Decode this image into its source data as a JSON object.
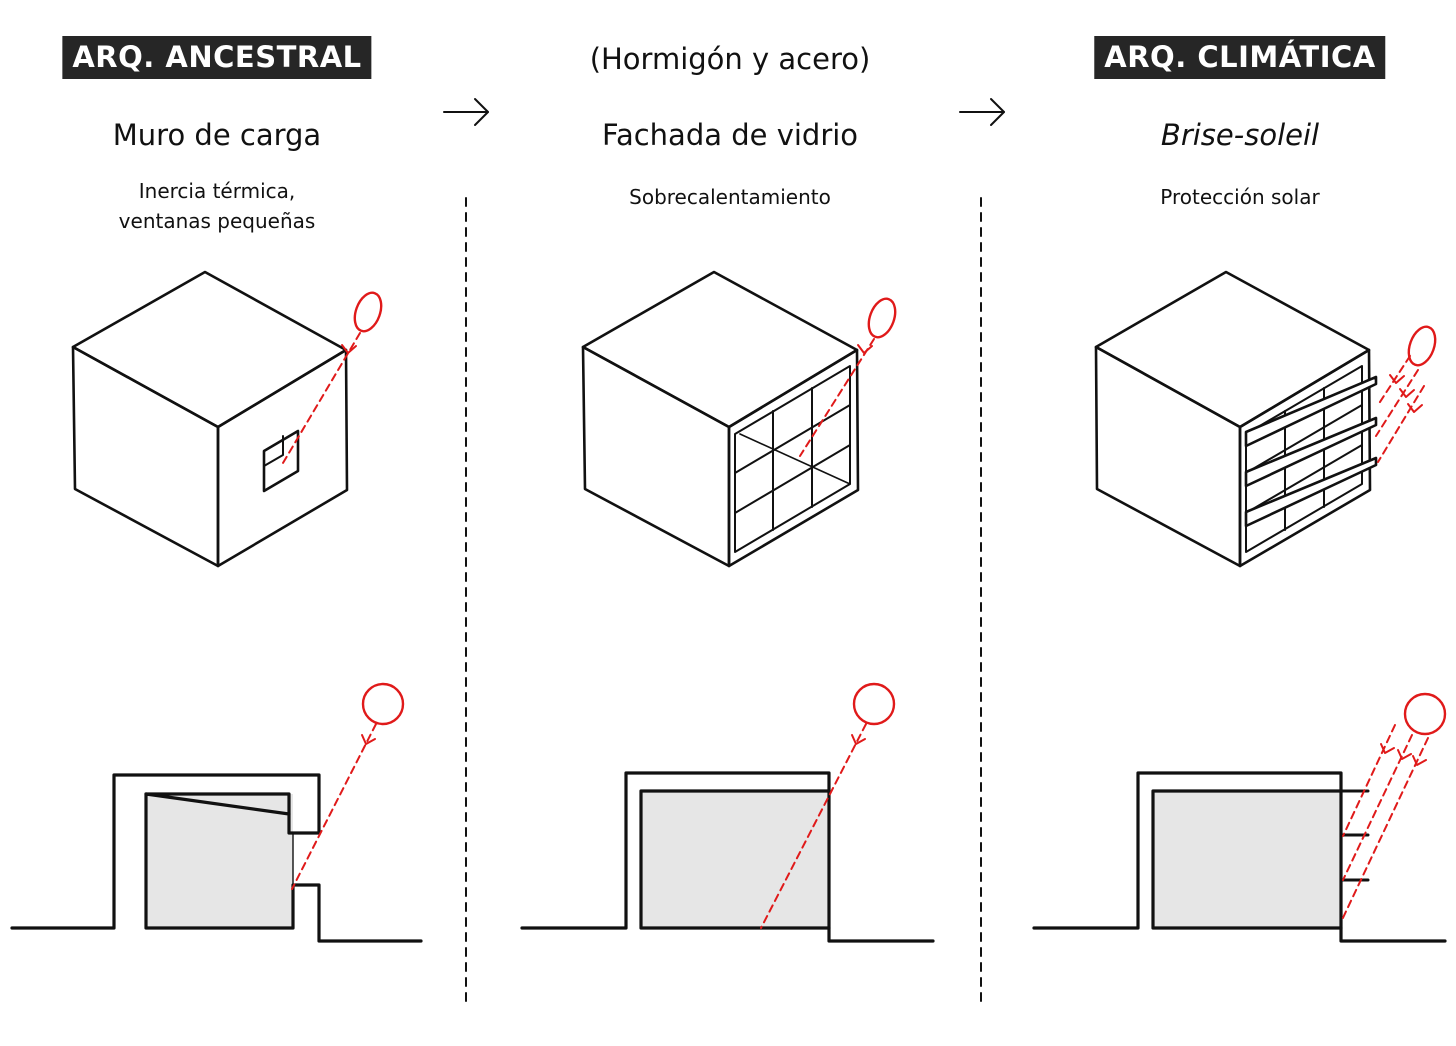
{
  "columns": [
    {
      "header": "ARQ. ANCESTRAL",
      "header_style": "dark-tag",
      "title": "Muro de carga",
      "subtitle": "Inercia térmica,\nventanas pequeñas"
    },
    {
      "header": "(Hormigón y acero)",
      "header_style": "plain",
      "title": "Fachada de vidrio",
      "subtitle": "Sobrecalentamiento"
    },
    {
      "header": "ARQ. CLIMÁTICA",
      "header_style": "dark-tag",
      "title": "Brise-soleil",
      "title_style": "italic",
      "subtitle": "Protección solar"
    }
  ],
  "colors": {
    "ink": "#111111",
    "sun_ray": "#e01a1a",
    "interior_fill": "#e6e6e6",
    "tag_background": "#262626"
  },
  "icons": [
    "arrow-right-icon",
    "sun-icon"
  ]
}
